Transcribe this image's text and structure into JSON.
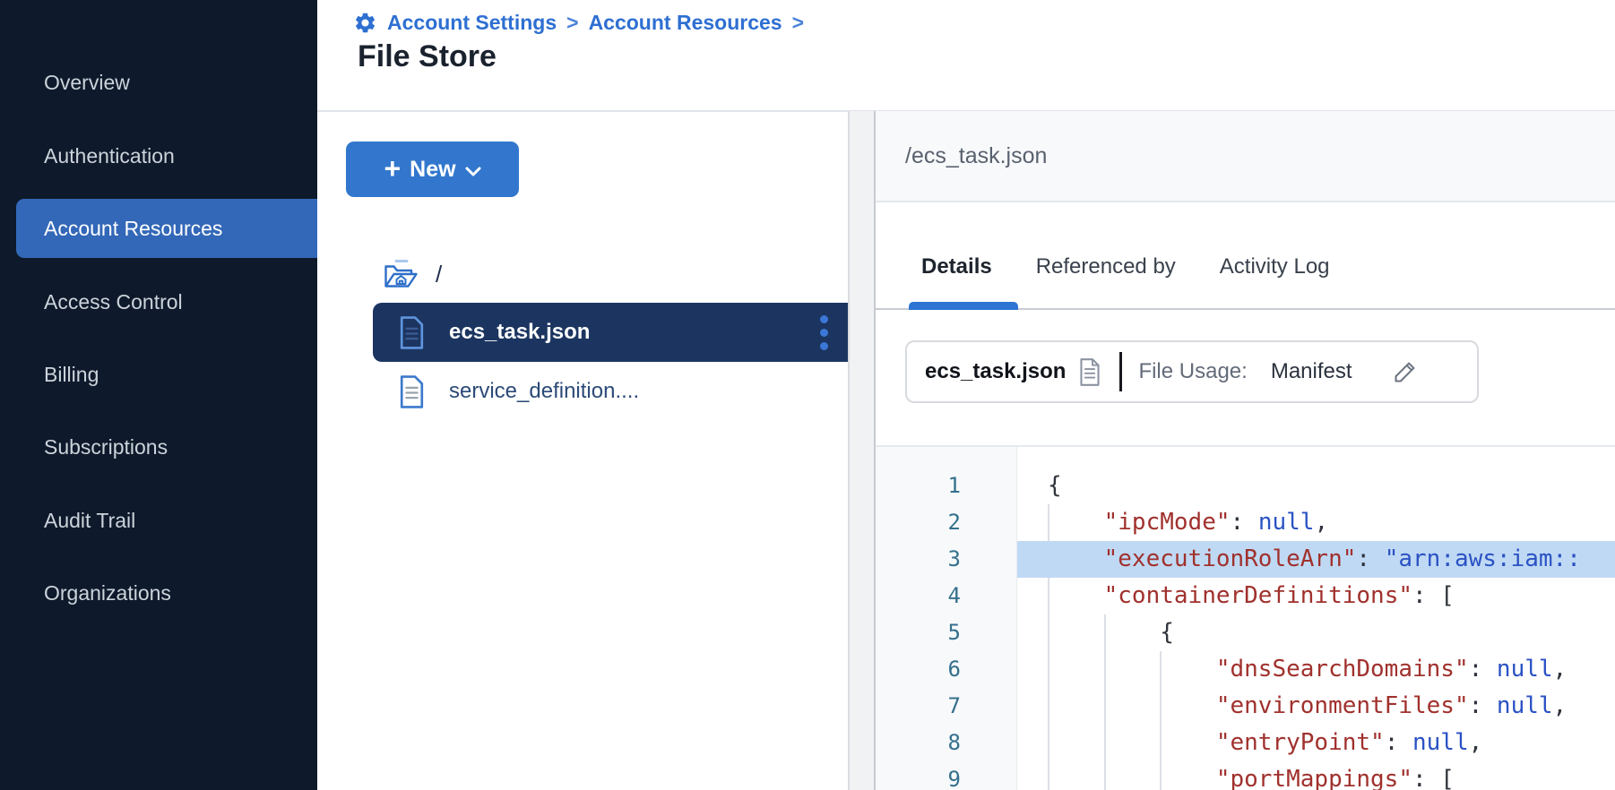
{
  "header": {
    "title": "File Store"
  },
  "breadcrumb": {
    "separator": ">",
    "items": [
      {
        "label": "Account Settings"
      },
      {
        "label": "Account Resources"
      }
    ]
  },
  "sidebar": {
    "items": [
      {
        "label": "Overview",
        "selected": false
      },
      {
        "label": "Authentication",
        "selected": false
      },
      {
        "label": "Account Resources",
        "selected": true
      },
      {
        "label": "Access Control",
        "selected": false
      },
      {
        "label": "Billing",
        "selected": false
      },
      {
        "label": "Subscriptions",
        "selected": false
      },
      {
        "label": "Audit Trail",
        "selected": false
      },
      {
        "label": "Organizations",
        "selected": false
      }
    ]
  },
  "file_panel": {
    "new_button": {
      "plus": "+",
      "label": "New"
    },
    "root_label": "/",
    "files": [
      {
        "name": "ecs_task.json",
        "selected": true
      },
      {
        "name": "service_definition....",
        "selected": false
      }
    ]
  },
  "detail_panel": {
    "path": "/ecs_task.json",
    "tabs": [
      {
        "label": "Details",
        "active": true
      },
      {
        "label": "Referenced by",
        "active": false
      },
      {
        "label": "Activity Log",
        "active": false
      }
    ],
    "file_card": {
      "name": "ecs_task.json",
      "usage_label": "File Usage:",
      "usage_value": "Manifest"
    }
  },
  "code": {
    "language": "json",
    "highlighted_line": 3,
    "lines": [
      {
        "num": 1,
        "indent": 0,
        "highlighted": false,
        "tokens": [
          {
            "c": "p",
            "t": "{"
          }
        ]
      },
      {
        "num": 2,
        "indent": 4,
        "highlighted": false,
        "tokens": [
          {
            "c": "k",
            "t": "\"ipcMode\""
          },
          {
            "c": "p",
            "t": ": "
          },
          {
            "c": "v",
            "t": "null"
          },
          {
            "c": "p",
            "t": ","
          }
        ]
      },
      {
        "num": 3,
        "indent": 4,
        "highlighted": true,
        "tokens": [
          {
            "c": "k",
            "t": "\"executionRoleArn\""
          },
          {
            "c": "p",
            "t": ": "
          },
          {
            "c": "s",
            "t": "\"arn:aws:iam::"
          }
        ]
      },
      {
        "num": 4,
        "indent": 4,
        "highlighted": false,
        "tokens": [
          {
            "c": "k",
            "t": "\"containerDefinitions\""
          },
          {
            "c": "p",
            "t": ": ["
          }
        ]
      },
      {
        "num": 5,
        "indent": 8,
        "highlighted": false,
        "tokens": [
          {
            "c": "p",
            "t": "{"
          }
        ]
      },
      {
        "num": 6,
        "indent": 12,
        "highlighted": false,
        "tokens": [
          {
            "c": "k",
            "t": "\"dnsSearchDomains\""
          },
          {
            "c": "p",
            "t": ": "
          },
          {
            "c": "v",
            "t": "null"
          },
          {
            "c": "p",
            "t": ","
          }
        ]
      },
      {
        "num": 7,
        "indent": 12,
        "highlighted": false,
        "tokens": [
          {
            "c": "k",
            "t": "\"environmentFiles\""
          },
          {
            "c": "p",
            "t": ": "
          },
          {
            "c": "v",
            "t": "null"
          },
          {
            "c": "p",
            "t": ","
          }
        ]
      },
      {
        "num": 8,
        "indent": 12,
        "highlighted": false,
        "tokens": [
          {
            "c": "k",
            "t": "\"entryPoint\""
          },
          {
            "c": "p",
            "t": ": "
          },
          {
            "c": "v",
            "t": "null"
          },
          {
            "c": "p",
            "t": ","
          }
        ]
      },
      {
        "num": 9,
        "indent": 12,
        "highlighted": false,
        "tokens": [
          {
            "c": "k",
            "t": "\"portMappings\""
          },
          {
            "c": "p",
            "t": ": ["
          }
        ]
      }
    ]
  },
  "icons": {
    "breadcrumb": "gear-icon",
    "new_button": [
      "plus-icon",
      "chevron-down-icon"
    ],
    "root_row": "folder-home-icon",
    "file_row": "document-icon",
    "file_menu": "kebab-menu-icon",
    "file_card": [
      "document-icon",
      "edit-pencil-icon"
    ]
  },
  "colors": {
    "accent_blue": "#2e6fd2",
    "sidebar_bg": "#0e1a2b",
    "sidebar_selected": "#3368b8",
    "button_blue": "#3277cd",
    "selected_row_navy": "#1c3560",
    "tab_underline": "#2e74d2",
    "code_key_red": "#a0312d",
    "code_value_blue": "#2b52c4",
    "code_line_number_teal": "#34708c",
    "code_highlight": "#bfd9f4",
    "gutter_bg": "#f7f9fb"
  }
}
